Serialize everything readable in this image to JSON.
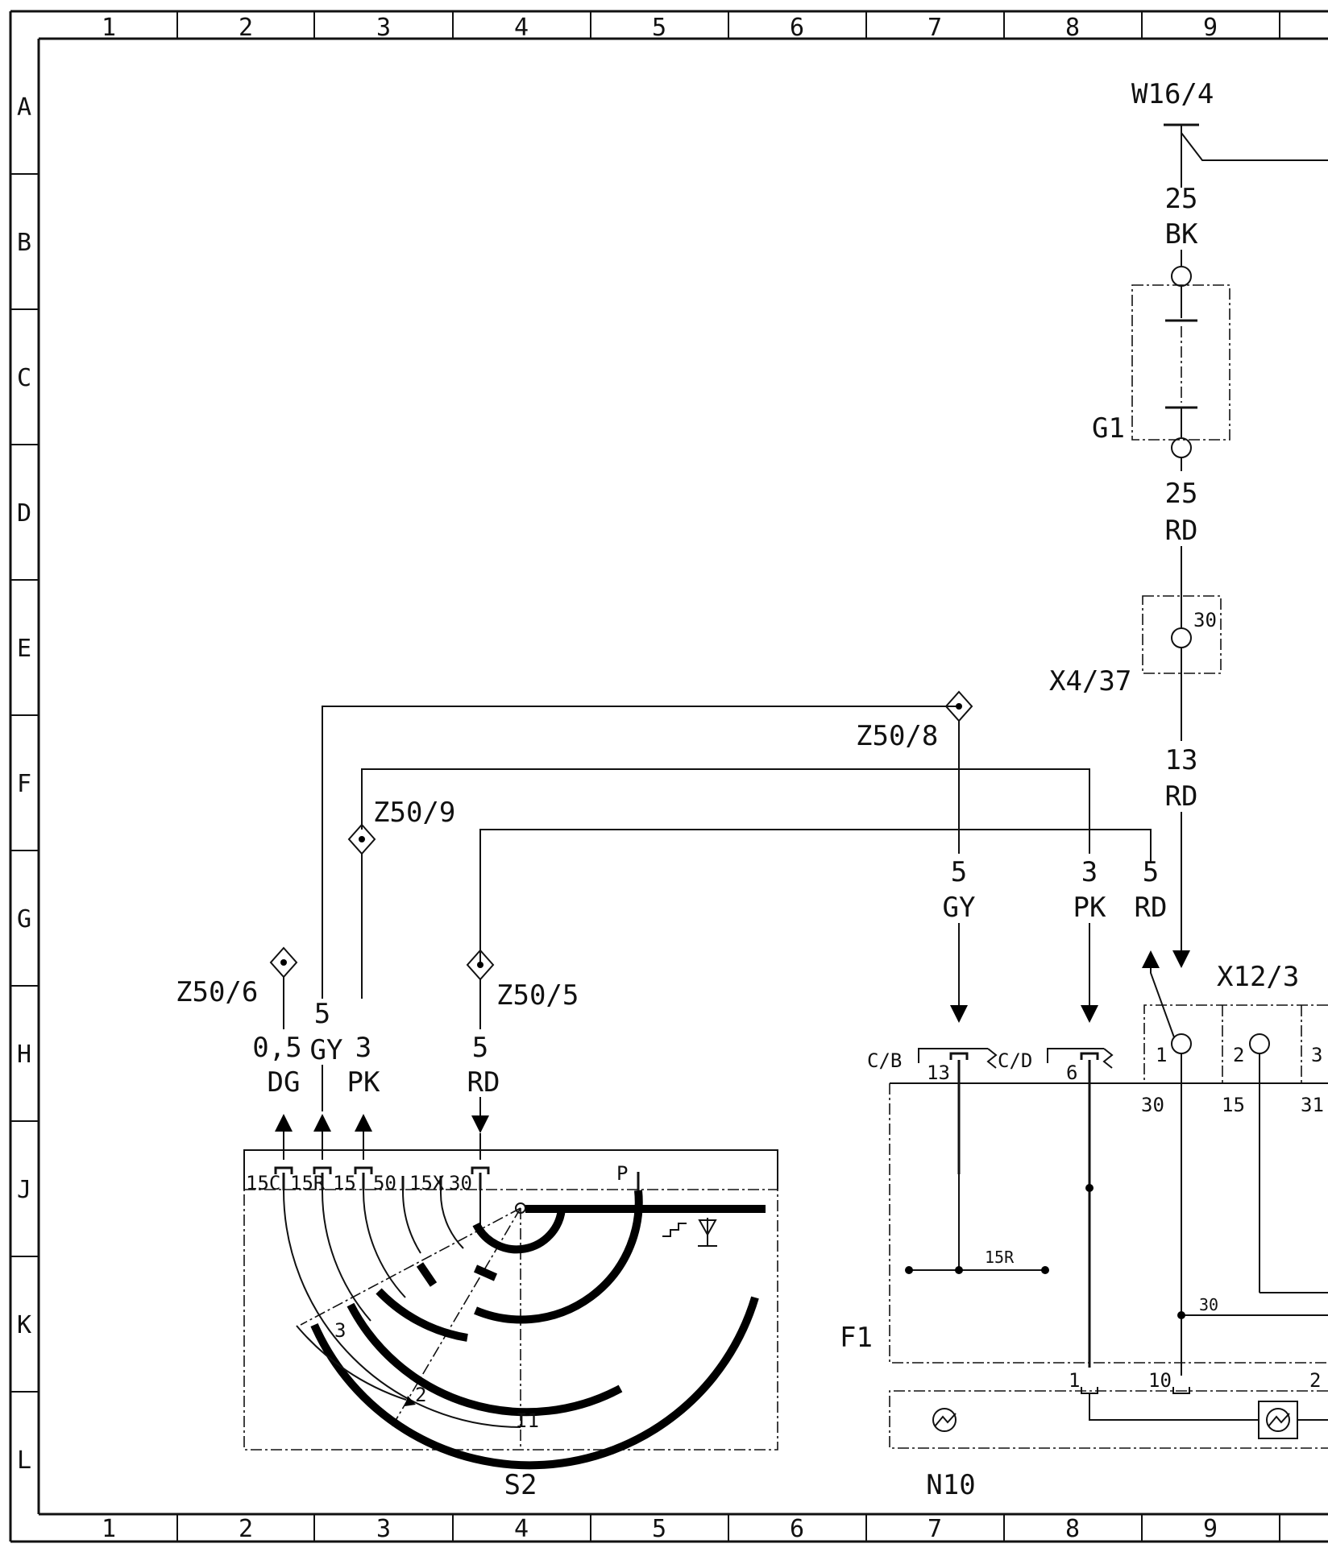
{
  "frame": {
    "columns": [
      "1",
      "2",
      "3",
      "4",
      "5",
      "6",
      "7",
      "8",
      "9"
    ],
    "rows": [
      "A",
      "B",
      "C",
      "D",
      "E",
      "F",
      "G",
      "H",
      "J",
      "K",
      "L"
    ]
  },
  "components": {
    "w16_4": "W16/4",
    "g1": "G1",
    "x4_37": "X4/37",
    "x4_37_pin": "30",
    "x12_3": "X12/3",
    "s2": "S2",
    "f1": "F1",
    "n10": "N10"
  },
  "splices": {
    "z50_8": "Z50/8",
    "z50_9": "Z50/9",
    "z50_6": "Z50/6",
    "z50_5": "Z50/5"
  },
  "wires": {
    "w16_g1": {
      "size": "25",
      "color": "BK"
    },
    "g1_x4": {
      "size": "25",
      "color": "RD"
    },
    "x4_x12": {
      "size": "13",
      "color": "RD"
    },
    "f1_gy": {
      "size": "5",
      "color": "GY"
    },
    "f1_pk": {
      "size": "3",
      "color": "PK"
    },
    "f1_rd": {
      "size": "5",
      "color": "RD"
    },
    "s2_dg": {
      "size": "0,5",
      "color": "DG"
    },
    "s2_gy": {
      "size": "5",
      "color": "GY"
    },
    "s2_pk": {
      "size": "3",
      "color": "PK"
    },
    "s2_rd": {
      "size": "5",
      "color": "RD"
    }
  },
  "x12_3_pins": {
    "p1": "1",
    "p2": "2",
    "p3": "3",
    "t30": "30",
    "t15": "15",
    "t31": "31"
  },
  "f1_connectors": {
    "cb": "C/B",
    "cb_pin": "13",
    "cd": "C/D",
    "cd_pin": "6",
    "bus_15r": "15R",
    "bus_30": "30",
    "out_1": "1",
    "out_10": "10",
    "out_22": "2"
  },
  "s2_terminals": [
    "15C",
    "15R",
    "15",
    "50",
    "15X",
    "30",
    "P"
  ],
  "s2_positions": {
    "pos3": "3",
    "pos2": "2",
    "pos1": "I1"
  }
}
